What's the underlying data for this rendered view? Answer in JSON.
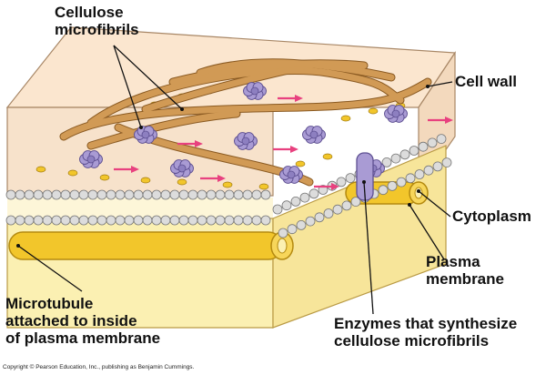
{
  "labels": {
    "cellulose_microfibrils": [
      "Cellulose",
      "microfibrils"
    ],
    "cell_wall": "Cell wall",
    "cytoplasm": "Cytoplasm",
    "plasma_membrane": [
      "Plasma",
      "membrane"
    ],
    "microtubule": [
      "Microtubule",
      "attached to inside",
      "of plasma membrane"
    ],
    "enzymes": [
      "Enzymes that synthesize",
      "cellulose microfibrils"
    ]
  },
  "copyright": "Copyright © Pearson Education, Inc., publishing as Benjamin Cummings.",
  "colors": {
    "wall_top": "#fbe6cf",
    "wall_side": "#f3d9bd",
    "cytoplasm": "#fbf0b2",
    "microtubule": "#f2c62b",
    "fibril": "#d19a55",
    "enzyme": "#a99bd4",
    "arrow": "#e8417f",
    "dot": "#f2c62b",
    "lipid_head": "#dcdcdc"
  }
}
